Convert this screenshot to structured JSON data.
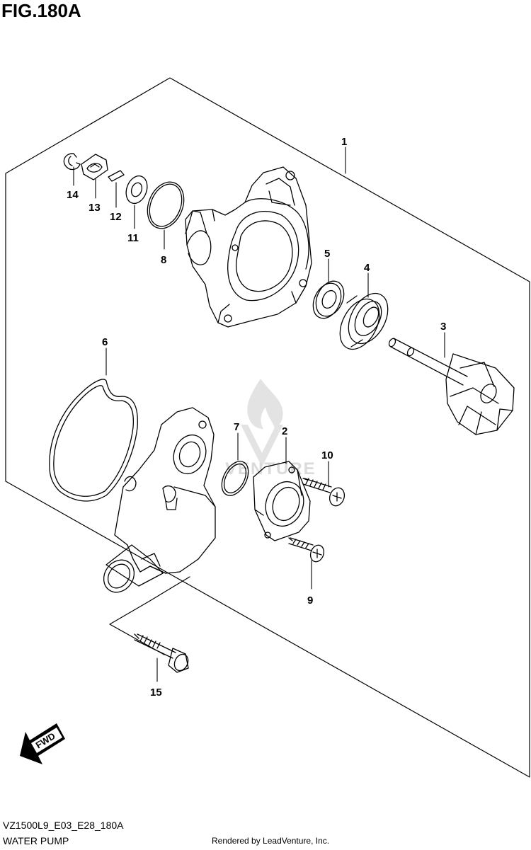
{
  "figure": {
    "title": "FIG.180A"
  },
  "footer": {
    "code": "VZ1500L9_E03_E28_180A",
    "subtitle": "WATER PUMP",
    "credit": "Rendered by LeadVenture, Inc."
  },
  "watermark": {
    "text": "VENTURE"
  },
  "direction": {
    "label": "FWD"
  },
  "callouts": [
    {
      "id": "c1",
      "label": "1"
    },
    {
      "id": "c2",
      "label": "2"
    },
    {
      "id": "c3",
      "label": "3"
    },
    {
      "id": "c4",
      "label": "4"
    },
    {
      "id": "c5",
      "label": "5"
    },
    {
      "id": "c6",
      "label": "6"
    },
    {
      "id": "c7",
      "label": "7"
    },
    {
      "id": "c8",
      "label": "8"
    },
    {
      "id": "c9",
      "label": "9"
    },
    {
      "id": "c10",
      "label": "10"
    },
    {
      "id": "c11",
      "label": "11"
    },
    {
      "id": "c12",
      "label": "12"
    },
    {
      "id": "c13",
      "label": "13"
    },
    {
      "id": "c14",
      "label": "14"
    },
    {
      "id": "c15",
      "label": "15"
    }
  ],
  "colors": {
    "line": "#000000",
    "watermark": "#d8d8d8",
    "background": "#ffffff"
  }
}
